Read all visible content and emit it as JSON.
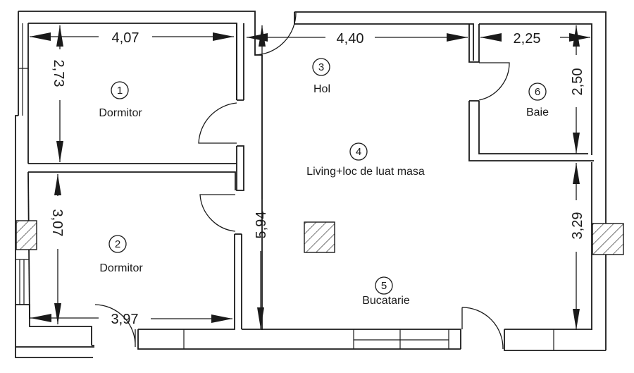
{
  "diagram": {
    "type": "floor-plan",
    "rooms": [
      {
        "number": "1",
        "name": "Dormitor"
      },
      {
        "number": "2",
        "name": "Dormitor"
      },
      {
        "number": "3",
        "name": "Hol"
      },
      {
        "number": "4",
        "name": "Living+loc de luat masa"
      },
      {
        "number": "5",
        "name": "Bucatarie"
      },
      {
        "number": "6",
        "name": "Baie"
      }
    ],
    "dimensions": {
      "room1_width": "4,07",
      "room1_height": "2,73",
      "room2_height": "3,07",
      "room2_width": "3,97",
      "hall_width": "4,40",
      "living_height": "5,94",
      "bath_width": "2,25",
      "bath_height": "2,50",
      "kitchen_height": "3,29"
    },
    "colors": {
      "line": "#1a1a1a",
      "background": "#ffffff"
    }
  }
}
